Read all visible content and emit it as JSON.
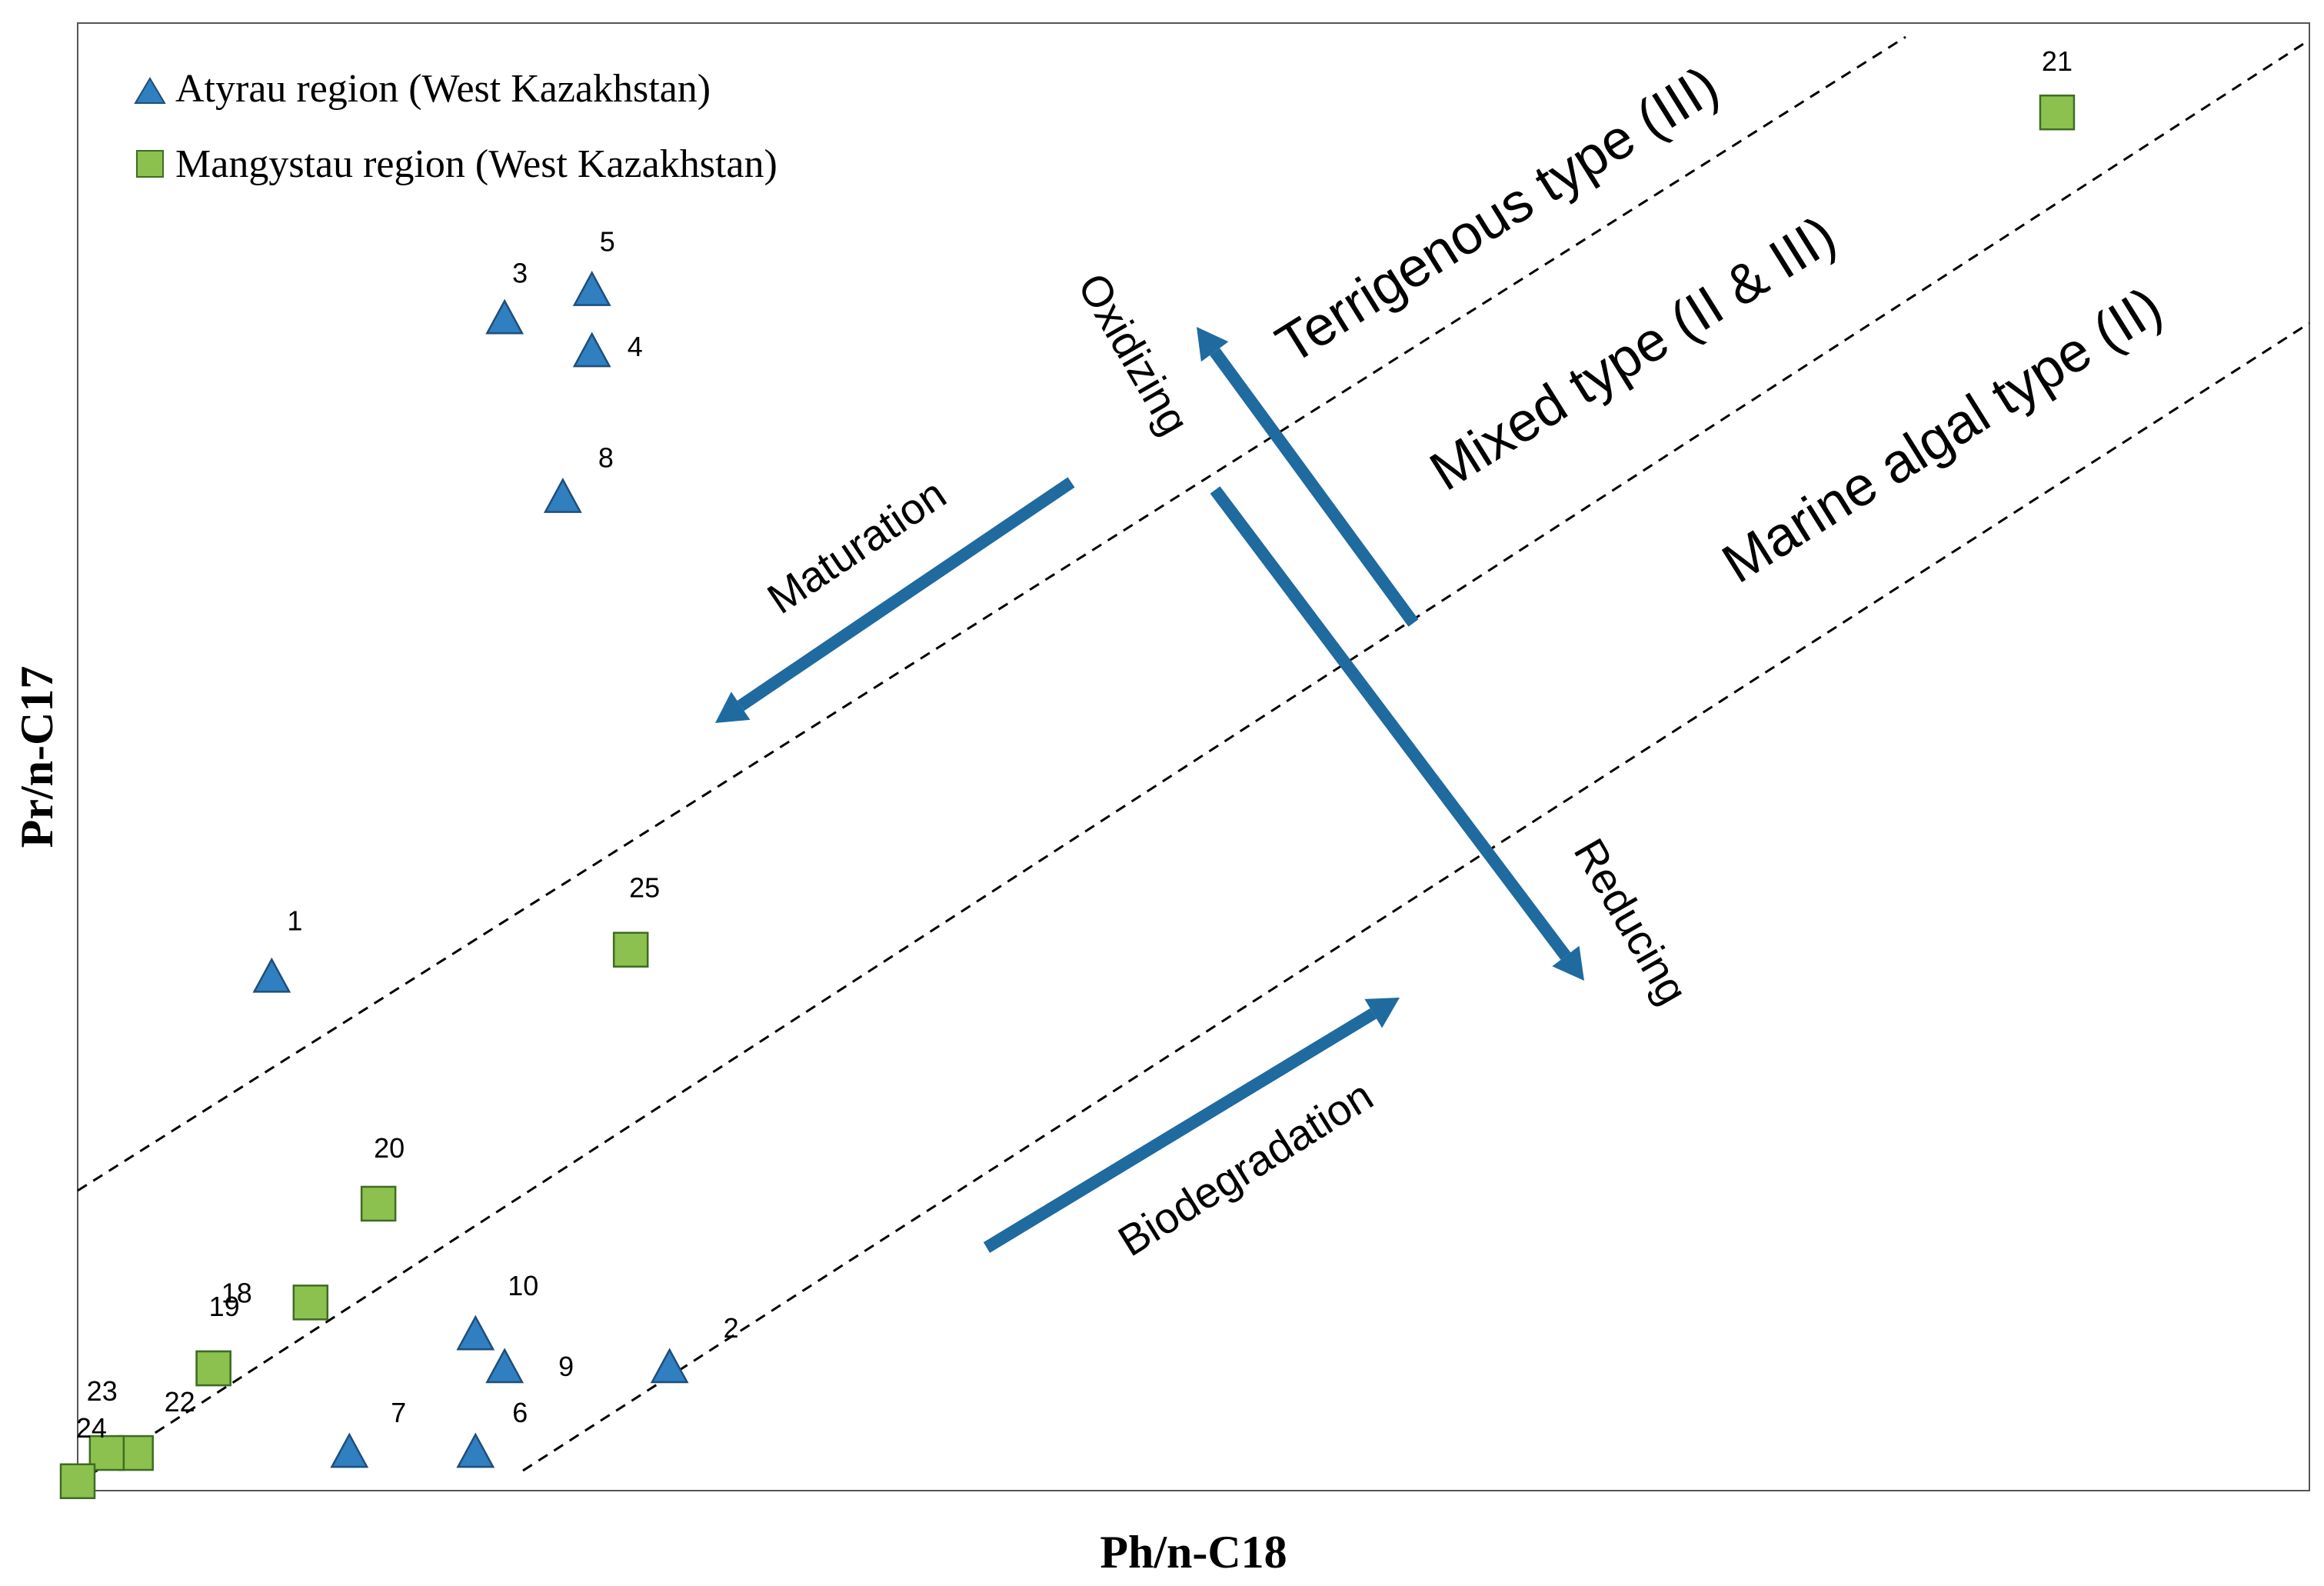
{
  "chart_data": {
    "type": "scatter",
    "title": "",
    "xlabel": "Ph/n-C18",
    "ylabel": "Pr/n-C17",
    "grid": false,
    "legend_position": "top-left",
    "colors": {
      "atyrau_fill": "#2f7fc1",
      "atyrau_stroke": "#1f4e79",
      "mangystau_fill": "#8dc14f",
      "mangystau_stroke": "#3f6b22",
      "arrow": "#1f6a9e",
      "dashed_line": "#000000"
    },
    "series": [
      {
        "name": "Atyrau region (West Kazakhstan)",
        "marker": "triangle",
        "points": [
          {
            "label": "1",
            "x": 0.2,
            "y": 1.07
          },
          {
            "label": "2",
            "x": 0.61,
            "y": 0.24
          },
          {
            "label": "3",
            "x": 0.44,
            "y": 2.47
          },
          {
            "label": "4",
            "x": 0.53,
            "y": 2.4
          },
          {
            "label": "5",
            "x": 0.53,
            "y": 2.53
          },
          {
            "label": "6",
            "x": 0.41,
            "y": 0.06
          },
          {
            "label": "7",
            "x": 0.28,
            "y": 0.06
          },
          {
            "label": "8",
            "x": 0.5,
            "y": 2.09
          },
          {
            "label": "9",
            "x": 0.44,
            "y": 0.24
          },
          {
            "label": "10",
            "x": 0.41,
            "y": 0.31
          }
        ]
      },
      {
        "name": "Mangystau region (West Kazakhstan)",
        "marker": "square",
        "points": [
          {
            "label": "18",
            "x": 0.24,
            "y": 0.38
          },
          {
            "label": "19",
            "x": 0.14,
            "y": 0.24
          },
          {
            "label": "20",
            "x": 0.31,
            "y": 0.59
          },
          {
            "label": "21",
            "x": 2.04,
            "y": 2.91
          },
          {
            "label": "22",
            "x": 0.14,
            "y": 0.24
          },
          {
            "label": "23",
            "x": 0.06,
            "y": 0.06
          },
          {
            "label": "24",
            "x": 0.03,
            "y": 0.06
          },
          {
            "label": "25",
            "x": 0.57,
            "y": 1.13
          },
          {
            "label": "",
            "x": 0.0,
            "y": 0.0
          }
        ]
      }
    ],
    "xlim": [
      0,
      2.3
    ],
    "ylim": [
      -0.02,
      3.1
    ],
    "annotations": {
      "terrigenous": "Terrigenous type (III)",
      "mixed": "Mixed type (II & III)",
      "marine": "Marine algal type (II)",
      "oxidizing": "Oxidizing",
      "reducing": "Reducing",
      "maturation": "Maturation",
      "biodegradation": "Biodegradation"
    }
  }
}
